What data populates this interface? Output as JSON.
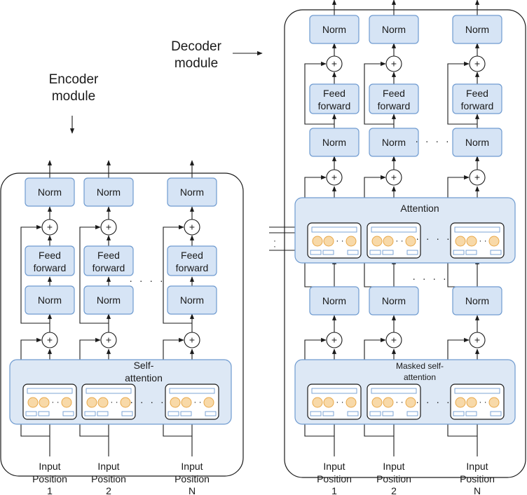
{
  "encoder": {
    "title_line1": "Encoder",
    "title_line2": "module",
    "norm_label": "Norm",
    "ff_line1": "Feed",
    "ff_line2": "forward",
    "attention_line1": "Self-",
    "attention_line2": "attention",
    "plus_symbol": "+",
    "dots": "· · · ·",
    "inputs": [
      {
        "line1": "Input",
        "line2": "Position",
        "line3": "1"
      },
      {
        "line1": "Input",
        "line2": "Position",
        "line3": "2"
      },
      {
        "line1": "Input",
        "line2": "Position",
        "line3": "N"
      }
    ]
  },
  "decoder": {
    "title_line1": "Decoder",
    "title_line2": "module",
    "norm_label": "Norm",
    "ff_line1": "Feed",
    "ff_line2": "forward",
    "attention_label": "Attention",
    "masked_line1": "Masked self-",
    "masked_line2": "attention",
    "plus_symbol": "+",
    "dots": "· · · ·",
    "inputs": [
      {
        "line1": "Input",
        "line2": "Position",
        "line3": "1"
      },
      {
        "line1": "Input",
        "line2": "Position",
        "line3": "2"
      },
      {
        "line1": "Input",
        "line2": "Position",
        "line3": "N"
      }
    ]
  },
  "colors": {
    "box_fill": "#d6e4f5",
    "box_stroke": "#6f9bd0",
    "panel_fill": "#dde8f5",
    "token_fill": "#f8d9a8",
    "token_stroke": "#e8a84a",
    "line": "#1a1a1a"
  }
}
